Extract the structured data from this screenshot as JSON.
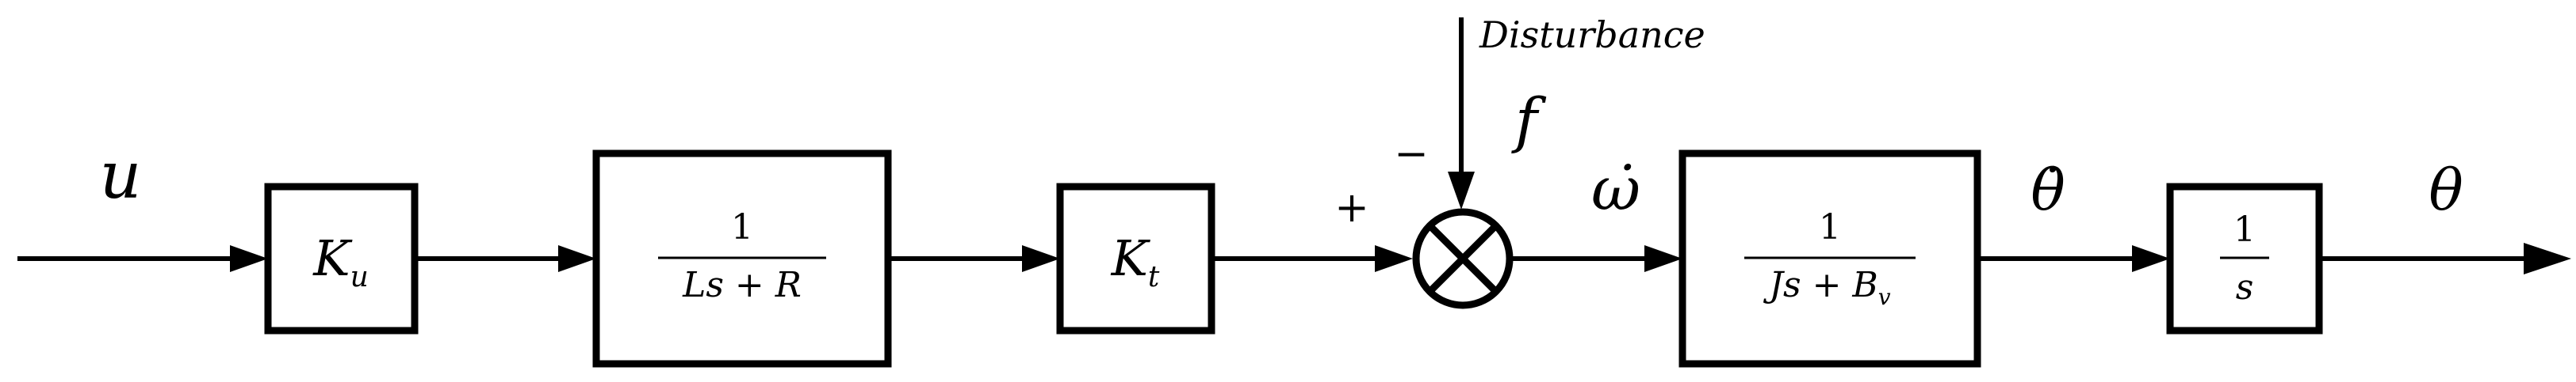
{
  "signals": {
    "input": "u",
    "omega_dot": "ω̇",
    "theta_dot": "θ̇",
    "output": "θ",
    "disturbance_label": "Disturbance",
    "disturbance_symbol": "f"
  },
  "summing_junction": {
    "plus_sign": "+",
    "minus_sign": "−"
  },
  "blocks": {
    "ku": {
      "main": "K",
      "sub": "u"
    },
    "electrical": {
      "numerator": "1",
      "denominator": "Ls + R"
    },
    "kt": {
      "main": "K",
      "sub": "t"
    },
    "mechanical": {
      "numerator": "1",
      "den_main": "Js + B",
      "den_sub": "v"
    },
    "integrator": {
      "numerator": "1",
      "denominator": "s"
    }
  }
}
